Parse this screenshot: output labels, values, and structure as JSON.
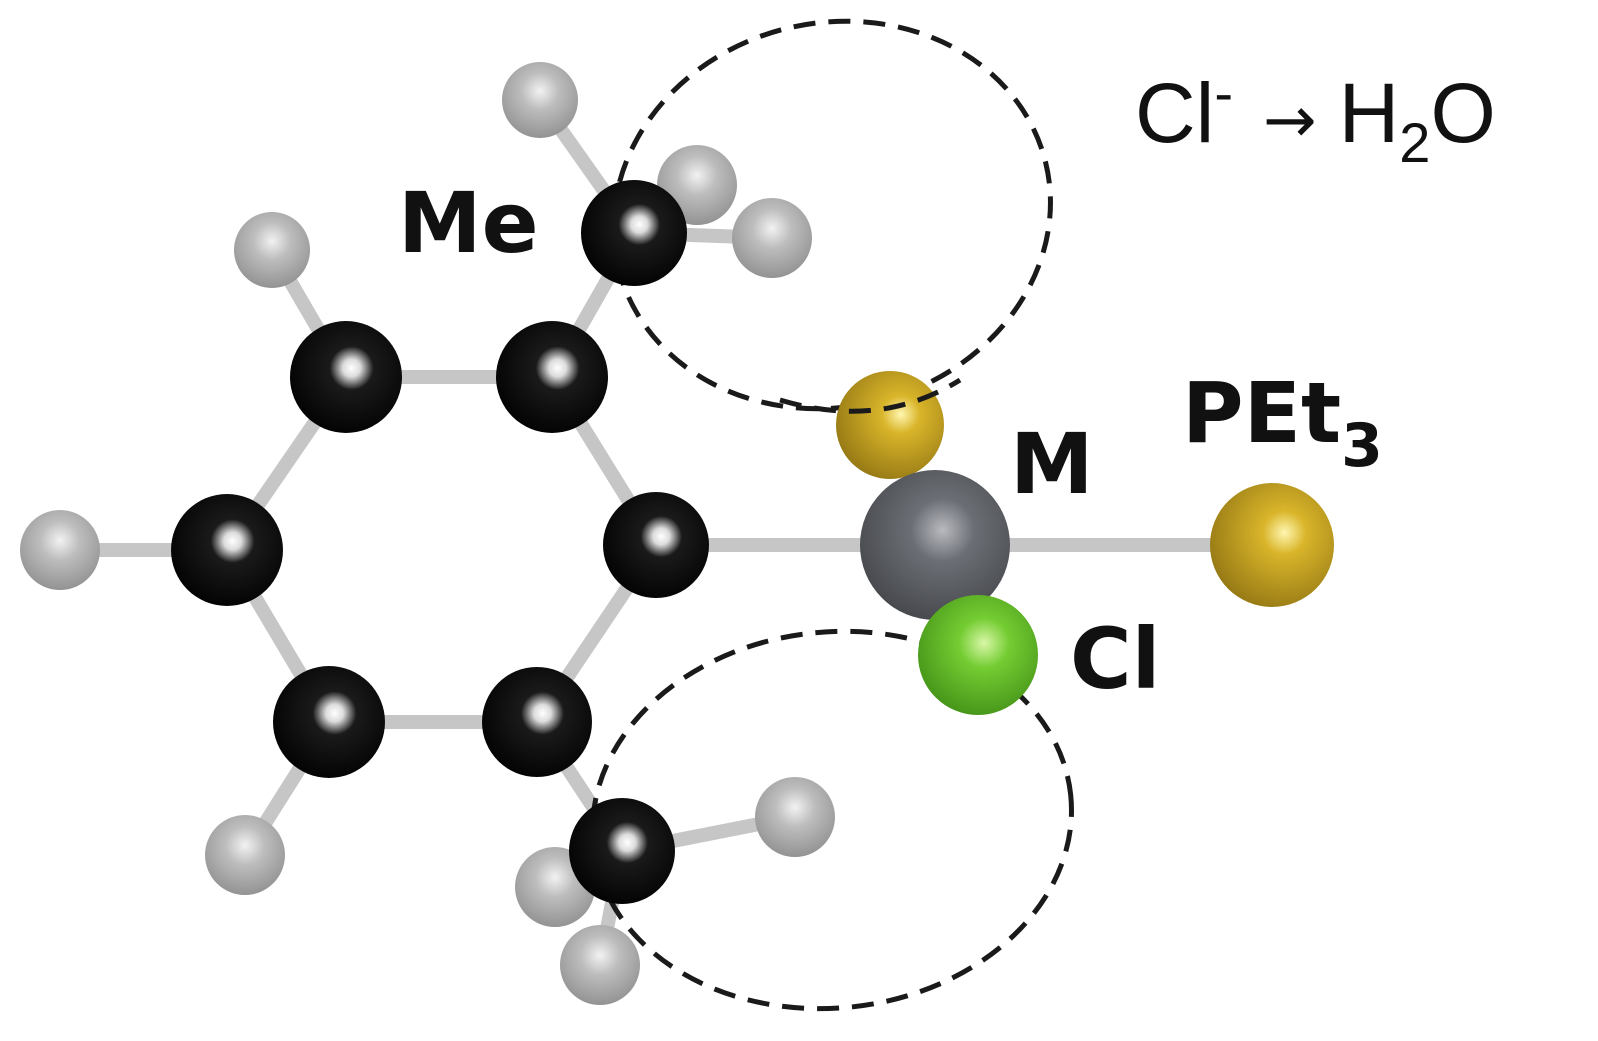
{
  "labels": {
    "methyl_top": "Me",
    "metal": "M",
    "phosphine_main": "PEt",
    "phosphine_sub": "3",
    "chloride": "Cl"
  },
  "reaction": {
    "left_main": "Cl",
    "left_sup": "-",
    "arrow": "→",
    "right_a": "H",
    "right_sub": "2",
    "right_b": "O"
  },
  "colors": {
    "carbon": "#0a0a0a",
    "hydrogen": "#a9a9a9",
    "metal": "#5f6166",
    "phosphorus": "#c9a31e",
    "chlorine": "#6cc52c",
    "bond": "#c9c9c9",
    "dashed_circle": "#1a1a1a"
  }
}
